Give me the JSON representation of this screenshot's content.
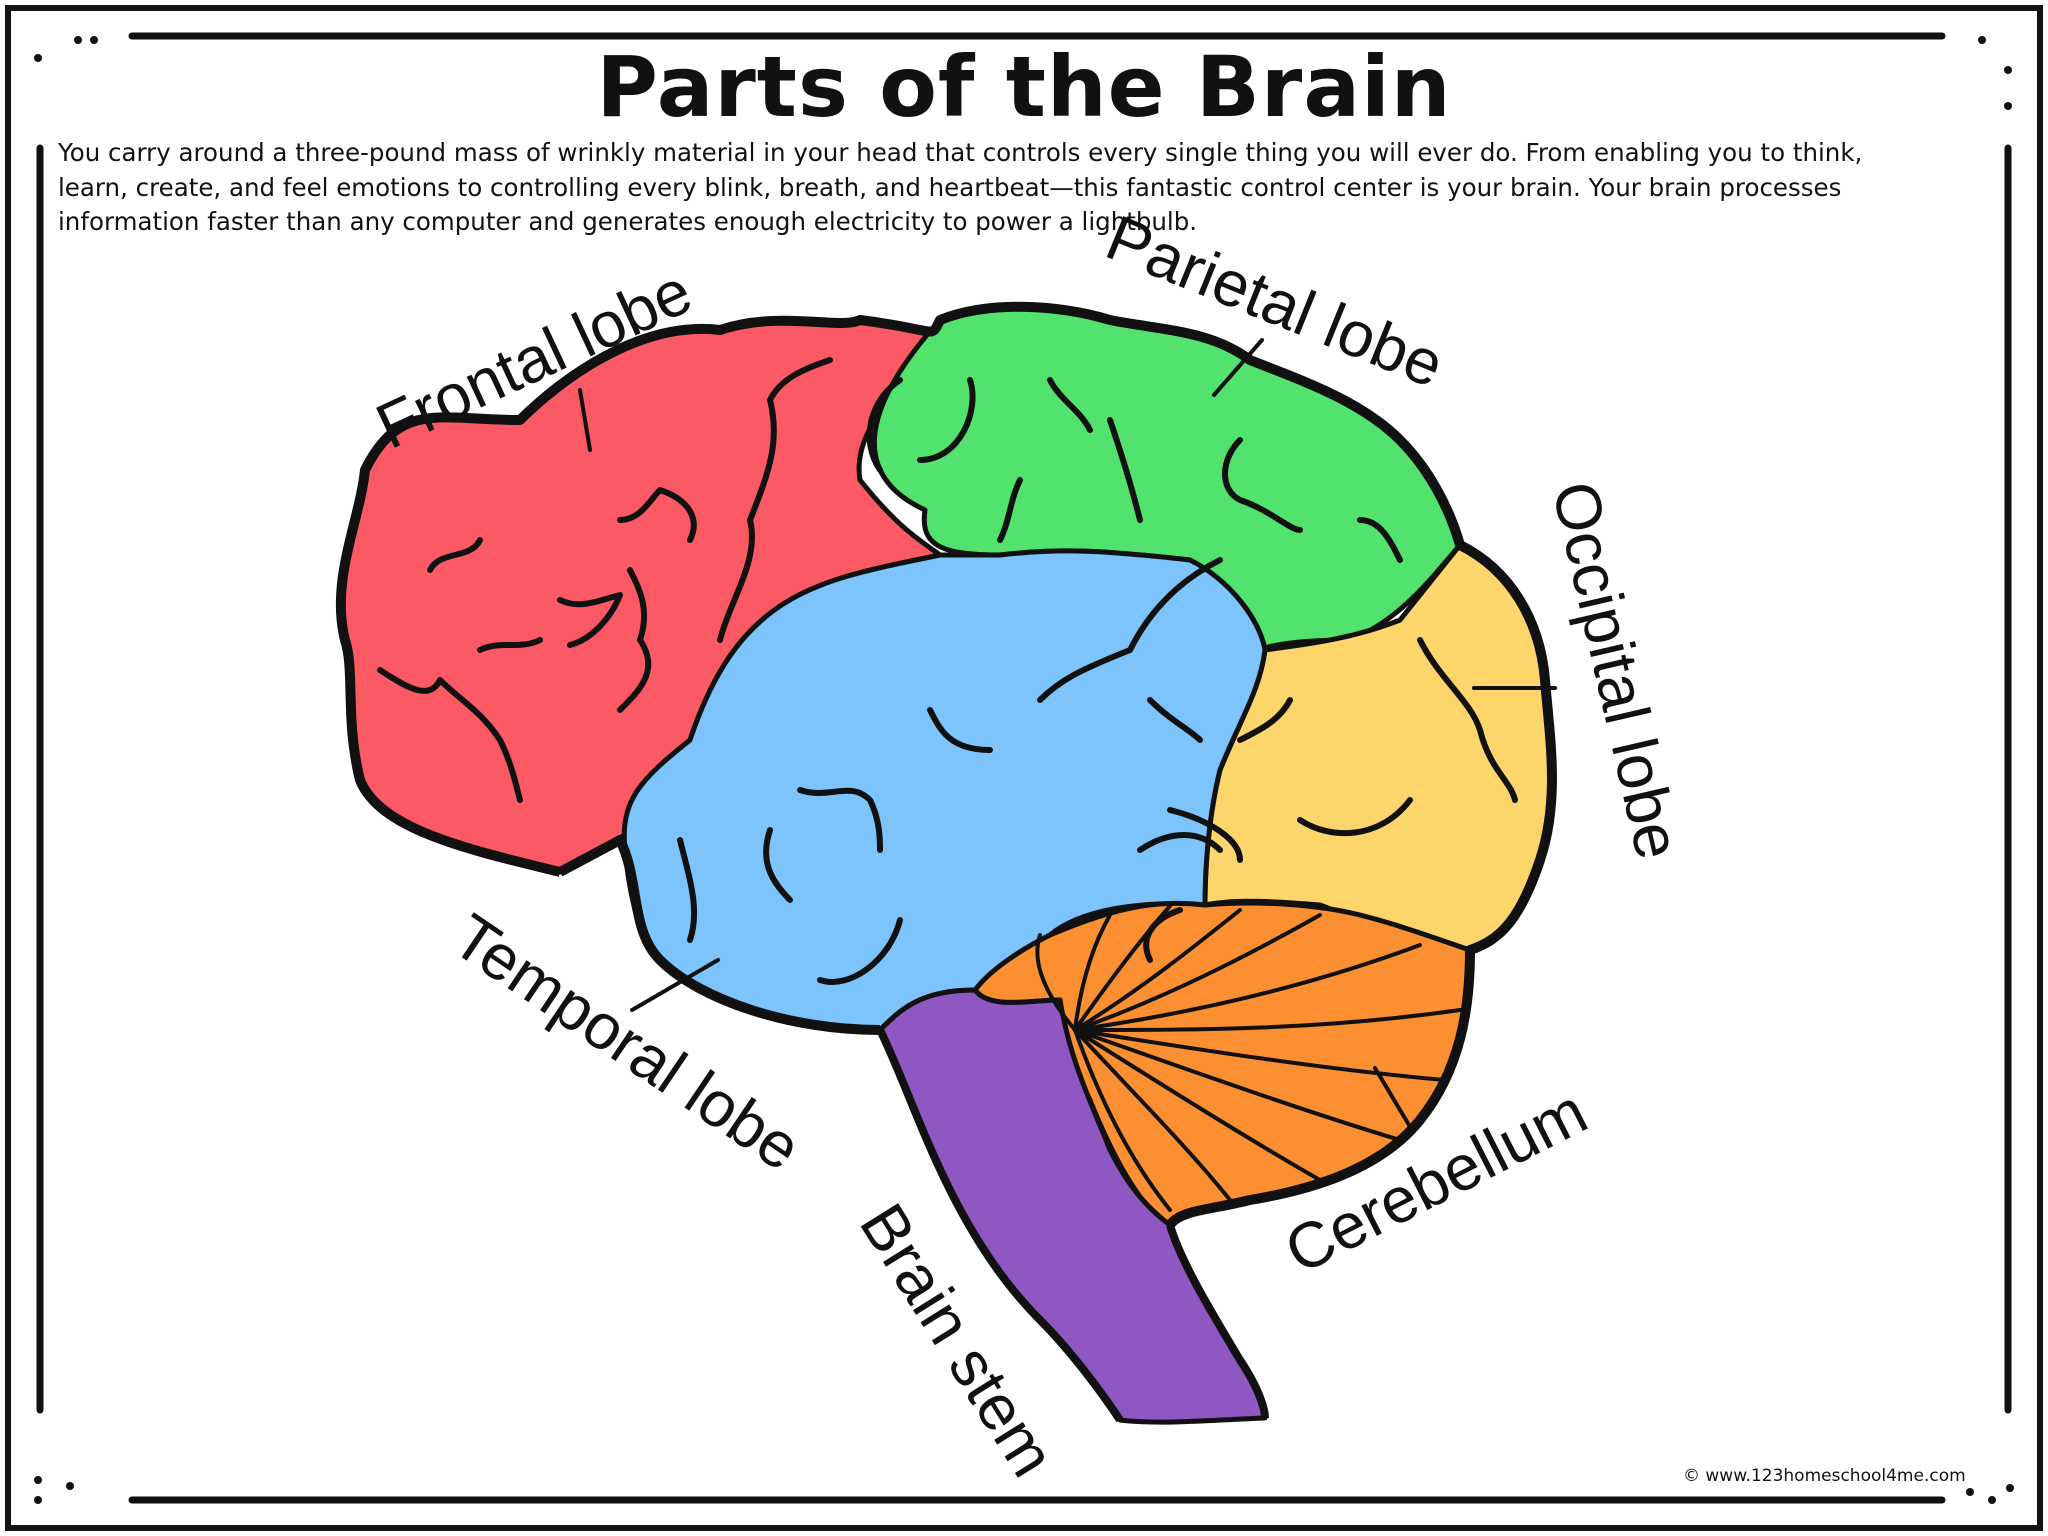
{
  "title": "Parts of the Brain",
  "intro": "You carry around a three-pound mass of wrinkly material in your head that controls every single thing you will ever do. From enabling you to think, learn, create, and feel emotions to controlling every blink, breath, and heartbeat—this fantastic control center is your brain. Your brain processes information faster than any computer and generates enough electricity to power a lightbulb.",
  "labels": {
    "frontal": "Frontal lobe",
    "parietal": "Parietal lobe",
    "occipital": "Occipital lobe",
    "temporal": "Temporal lobe",
    "cerebellum": "Cerebellum",
    "brain_stem": "Brain stem"
  },
  "colors": {
    "frontal": "#fb5a64",
    "parietal": "#52e36e",
    "occipital": "#fcd66a",
    "temporal": "#7cc4fb",
    "cerebellum": "#fd8f33",
    "brain_stem": "#8e57c2",
    "outline": "#111111"
  },
  "copyright": "© www.123homeschool4me.com"
}
